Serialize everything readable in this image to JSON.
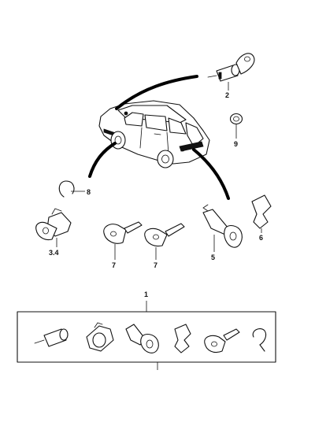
{
  "callouts": {
    "c1": "1",
    "c2": "2",
    "c34": "3.4",
    "c5": "5",
    "c6": "6",
    "c7a": "7",
    "c7b": "7",
    "c8": "8",
    "c9": "9"
  }
}
